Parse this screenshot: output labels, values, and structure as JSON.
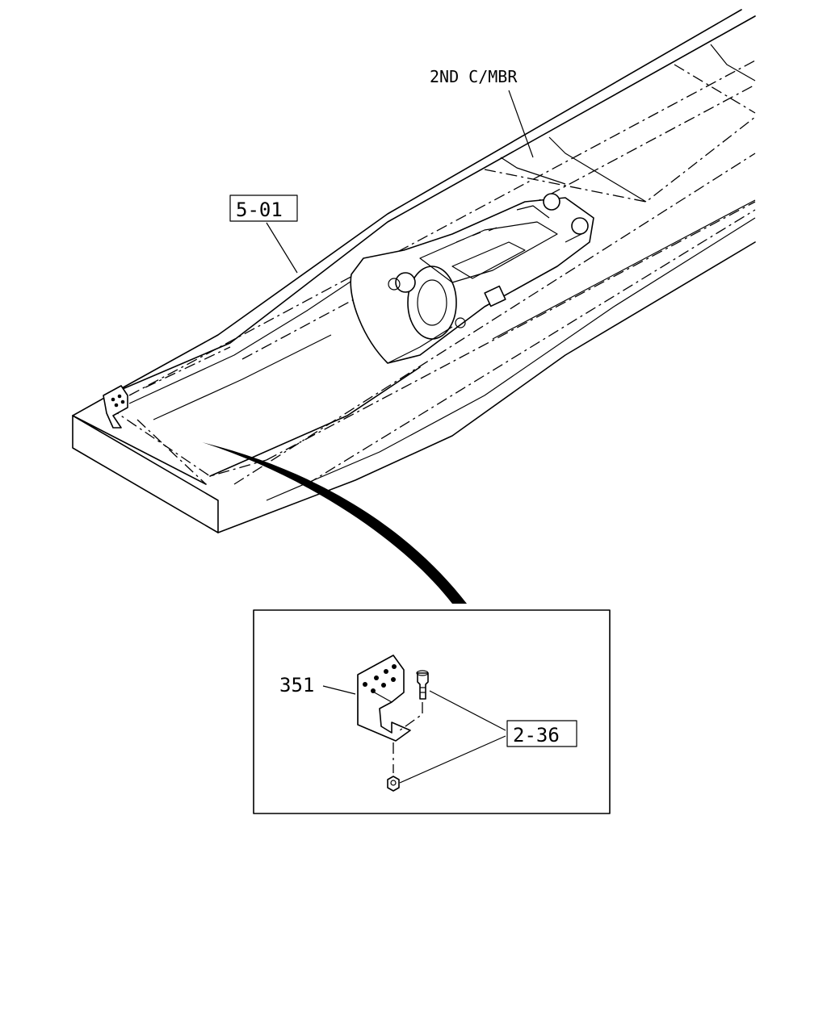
{
  "labels": {
    "second_cross_member": "2ND C/MBR",
    "frame_ref": "5-01",
    "bracket_part": "351",
    "fastener_ref": "2-36"
  },
  "colors": {
    "line": "#000000",
    "background": "#ffffff"
  }
}
